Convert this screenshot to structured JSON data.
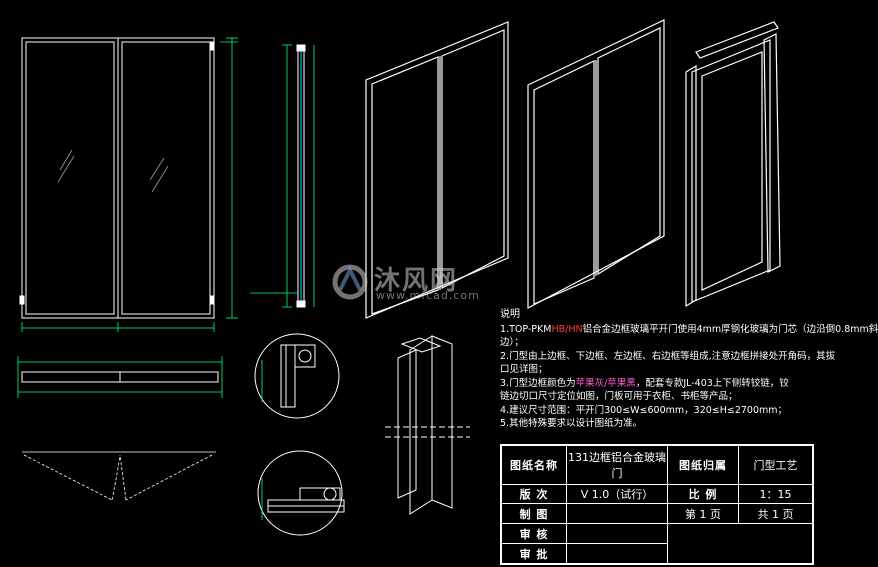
{
  "notes": {
    "heading": "说明",
    "line1_prefix": "1.TOP-PKM",
    "line1_red": "HB/HN",
    "line1_rest": "铝合金边框玻璃平开门使用4mm厚钢化玻璃为门芯（边沿倒0.8mm斜",
    "line1_cont": "边）；",
    "line2": "2.门型由上边框、下边框、左边框、右边框等组成,注意边框拼接处开角码，其拔",
    "line2_cont": "口见详图；",
    "line3_prefix": "3.门型边框颜色为",
    "line3_color1": "苹果灰",
    "line3_sep": "/",
    "line3_color2": "苹果黑",
    "line3_rest": "，配套专款JL-403上下侧转铰链，铰",
    "line3_cont": "链边切口尺寸定位如图，门板可用于衣柜、书柜等产品；",
    "line4": "4.建议尺寸范围：平开门300≤W≤600mm，320≤H≤2700mm；",
    "line5": "5.其他特殊要求以设计图纸为准。"
  },
  "title_block": {
    "r1": [
      "图纸名称",
      "131边框铝合金玻璃门",
      "图纸归属",
      "门型工艺"
    ],
    "r2": [
      "版 次",
      "V 1.0（试行）",
      "比 例",
      "1：15"
    ],
    "r3": [
      "制 图",
      "",
      "第 1 页",
      "共 1 页"
    ],
    "r4": [
      "审 核",
      ""
    ],
    "r5": [
      "审 批",
      ""
    ]
  },
  "watermark": {
    "brand": "沐风网",
    "url": "www.mfcad.com"
  },
  "colors": {
    "background": "#000000",
    "line": "#ffffff",
    "dim": "#00ff7f",
    "accent": "#ff3b3b"
  }
}
